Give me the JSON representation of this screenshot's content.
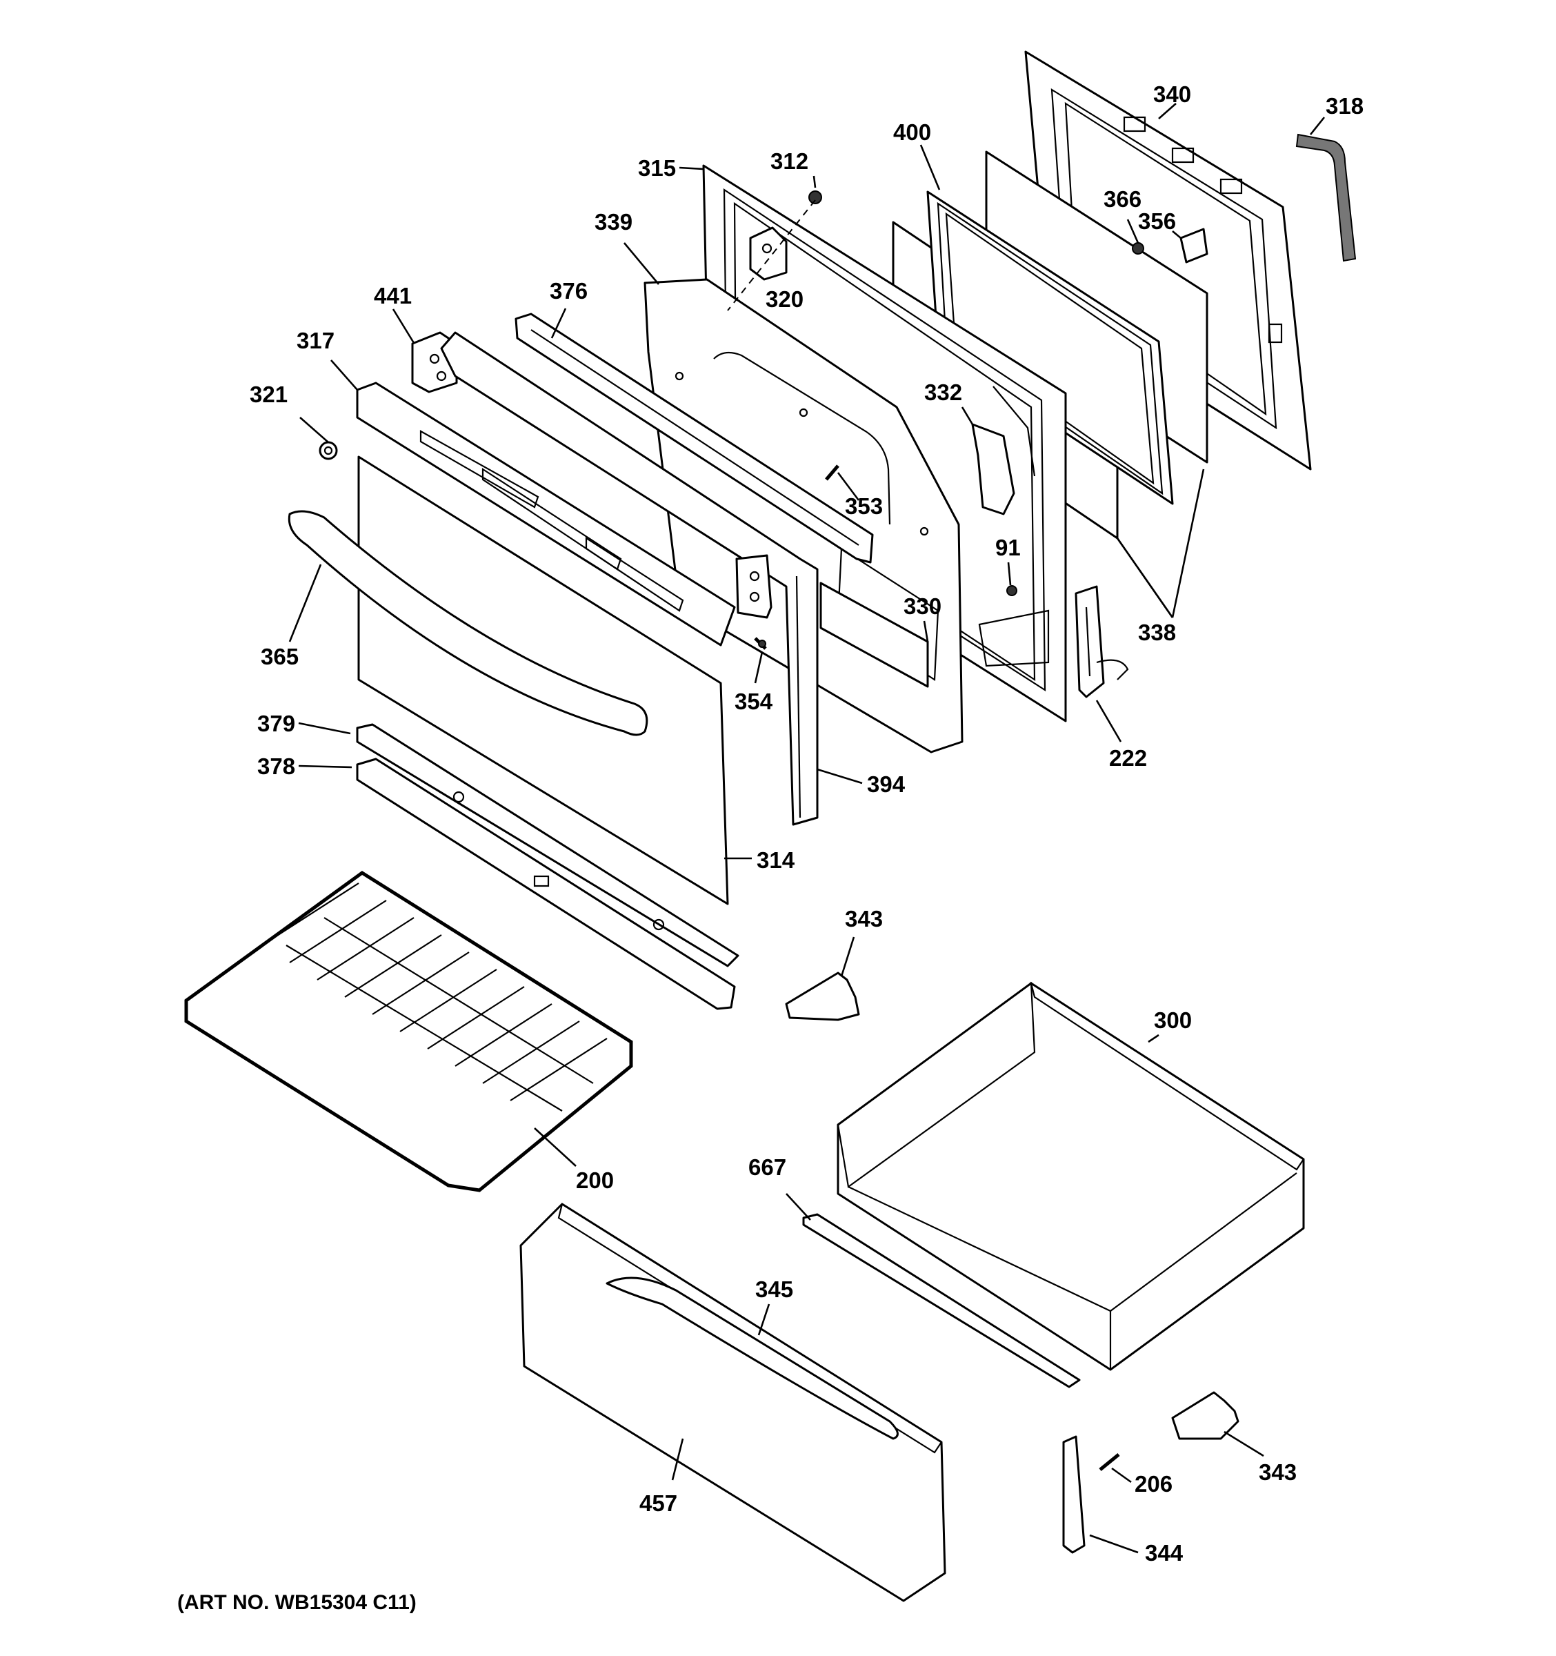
{
  "callouts": {
    "p340": "340",
    "p318": "318",
    "p400": "400",
    "p312": "312",
    "p315": "315",
    "p366": "366",
    "p356": "356",
    "p339": "339",
    "p320": "320",
    "p441": "441",
    "p376": "376",
    "p317": "317",
    "p321": "321",
    "p332": "332",
    "p353": "353",
    "p91": "91",
    "p330": "330",
    "p338": "338",
    "p365": "365",
    "p354": "354",
    "p222": "222",
    "p379": "379",
    "p378": "378",
    "p394": "394",
    "p314": "314",
    "p343a": "343",
    "p300": "300",
    "p200": "200",
    "p667": "667",
    "p345": "345",
    "p343b": "343",
    "p206": "206",
    "p457": "457",
    "p344": "344"
  },
  "footer": {
    "art_number": "(ART NO. WB15304 C11)"
  }
}
